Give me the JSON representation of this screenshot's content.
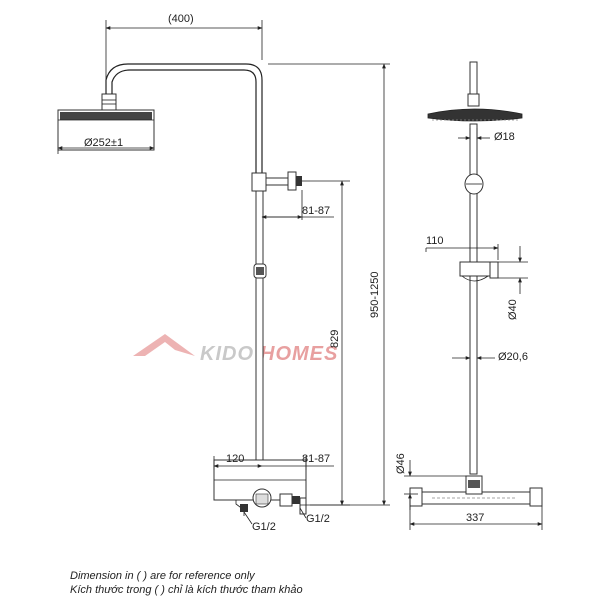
{
  "watermark": {
    "part1": "KIDO",
    "part2": "HOMES",
    "color": "#e8a0a0"
  },
  "left_view": {
    "arm_reach": "(400)",
    "head_diameter": "Ø252±1",
    "bracket_offset_top": "81-87",
    "bracket_offset_bottom": "81-87",
    "rail_height": "829",
    "total_height": "950-1250",
    "mixer_depth": "120",
    "inlet_left": "G1/2",
    "inlet_right": "G1/2"
  },
  "right_view": {
    "head_neck": "Ø18",
    "holder_width": "110",
    "holder_diameter": "Ø40",
    "pipe_diameter": "Ø20,6",
    "mixer_height": "Ø46",
    "mixer_width": "337"
  },
  "notes": {
    "en": "Dimension in ( ) are for reference only",
    "vi": "Kích thước trong ( ) chỉ là kích thước tham khảo"
  }
}
